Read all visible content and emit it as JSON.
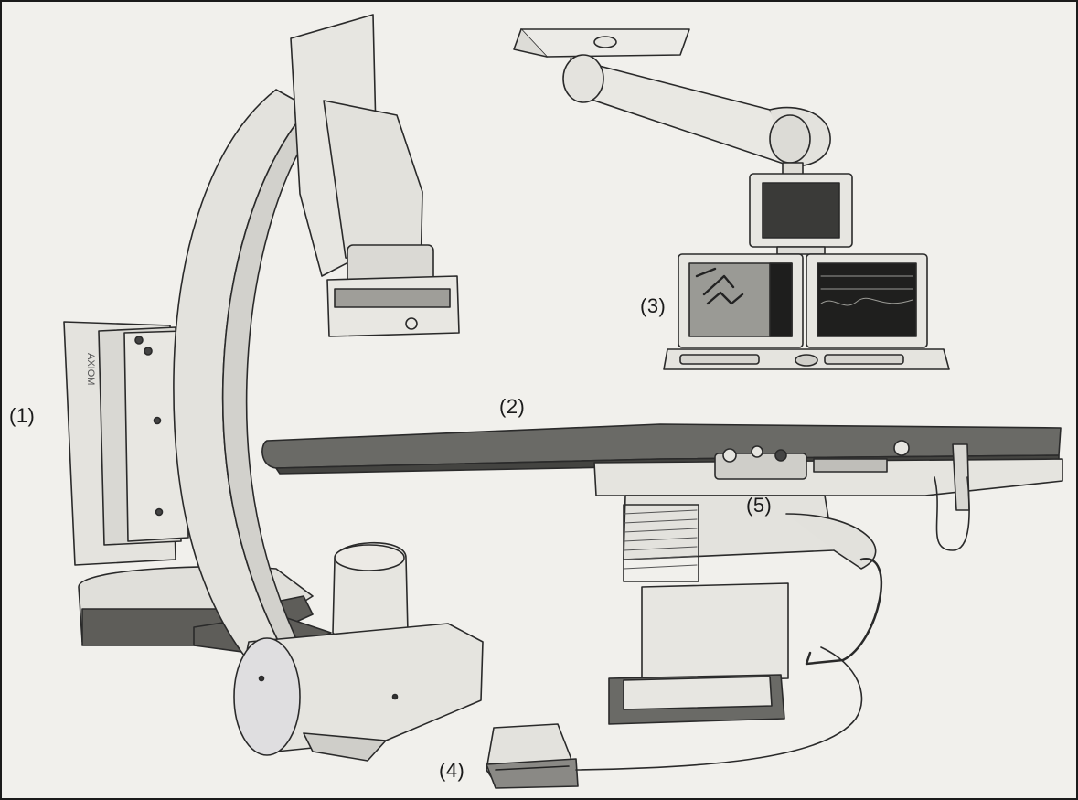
{
  "labels": {
    "l1": "(1)",
    "l2": "(2)",
    "l3": "(3)",
    "l4": "(4)",
    "l5": "(5)"
  },
  "colors": {
    "paper": "#f1f0ec",
    "line": "#2a2a2a",
    "metal_light": "#e2e1dc",
    "metal_mid": "#cfcec9",
    "tabletop": "#6a6a66",
    "base_shadow": "#5e5d59",
    "screen_dark": "#3a3a38"
  }
}
